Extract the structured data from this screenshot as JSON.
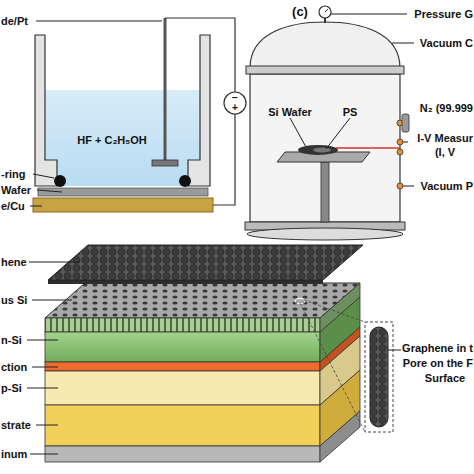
{
  "diagram": {
    "labels": [
      "(c)",
      "de/Pt",
      "HF + C₂H₅OH",
      "-ring",
      "Wafer",
      "e/Cu",
      "−",
      "+",
      "Pressure G",
      "Vacuum C",
      "Si Wafer",
      "PS",
      "N₂ (99.999",
      "I-V Measur",
      "(I, V",
      "Vacuum P",
      "hene",
      "us Si",
      "n-Si",
      "ction",
      "p-Si",
      "strate",
      "inum",
      "Graphene in t",
      "Pore on the F",
      "Surface"
    ]
  }
}
